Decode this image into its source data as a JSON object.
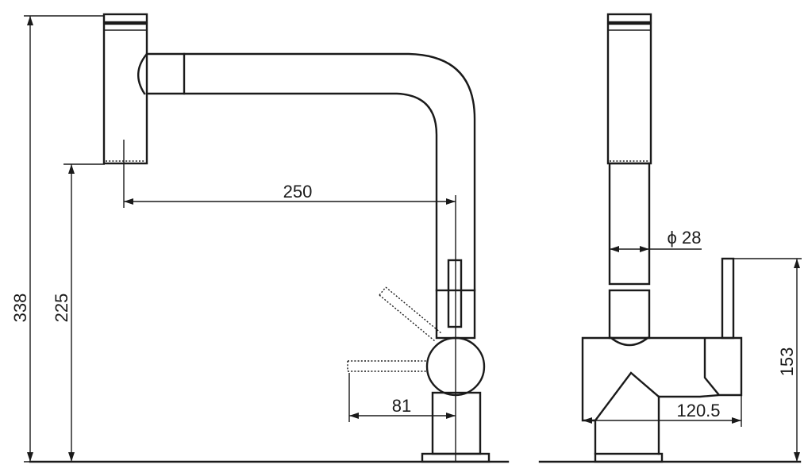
{
  "dimensions": {
    "overall_height": "338",
    "spout_height": "225",
    "spout_reach": "250",
    "lever_reach": "81",
    "spout_diameter": "ϕ 28",
    "lever_height": "153",
    "body_depth": "120.5"
  }
}
